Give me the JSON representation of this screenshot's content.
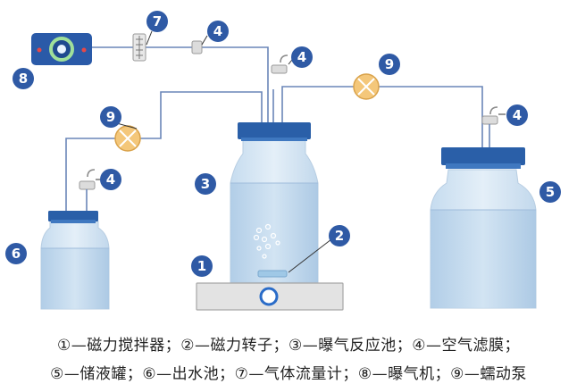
{
  "badges": {
    "b1": "1",
    "b2": "2",
    "b3": "3",
    "b4a": "4",
    "b4b": "4",
    "b4c": "4",
    "b4d": "4",
    "b5": "5",
    "b6": "6",
    "b7": "7",
    "b8": "8",
    "b9a": "9",
    "b9b": "9"
  },
  "legend": {
    "line1": "①—磁力搅拌器；②—磁力转子；③—曝气反应池；④—空气滤膜；",
    "line2": "⑤—储液罐；⑥—出水池；⑦—气体流量计；⑧—曝气机；⑨—蠕动泵"
  },
  "colors": {
    "tube": "#6a86b8",
    "badge": "#2f5aa5",
    "lid": "#2a5fa8",
    "jar": "#d5e5f2",
    "water": "#bcd7ec",
    "pump": "#f4c77a"
  }
}
